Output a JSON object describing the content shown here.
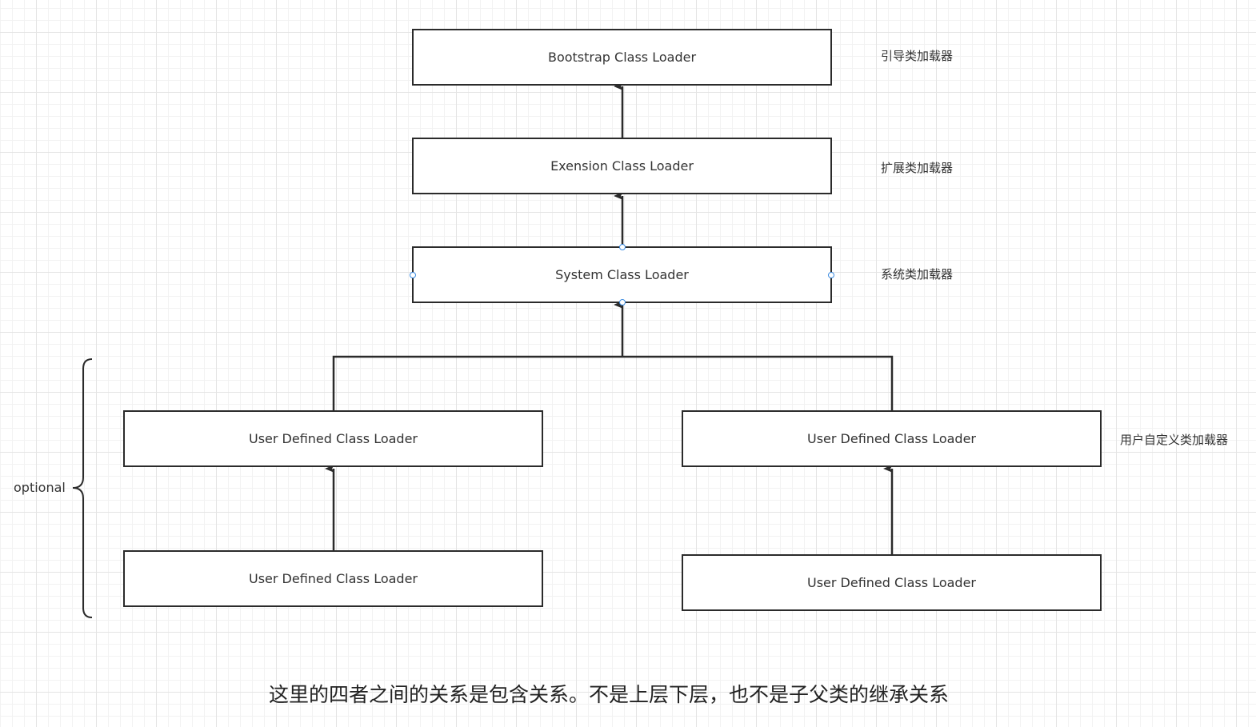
{
  "diagram": {
    "nodes": {
      "bootstrap": "Bootstrap Class Loader",
      "extension": "Exension Class Loader",
      "system": "System Class Loader",
      "user_left_top": "User Defined Class Loader",
      "user_right_top": "User Defined Class Loader",
      "user_left_bottom": "User Defined Class Loader",
      "user_right_bottom": "User Defined Class Loader"
    },
    "side_labels": {
      "bootstrap": "引导类加载器",
      "extension": "扩展类加载器",
      "system": "系统类加载器",
      "user_defined": "用户自定义类加载器"
    },
    "optional_label": "optional",
    "caption": "这里的四者之间的关系是包含关系。不是上层下层，也不是子父类的继承关系",
    "colors": {
      "line": "#2b2b2b",
      "handle": "#3b8be0"
    }
  }
}
